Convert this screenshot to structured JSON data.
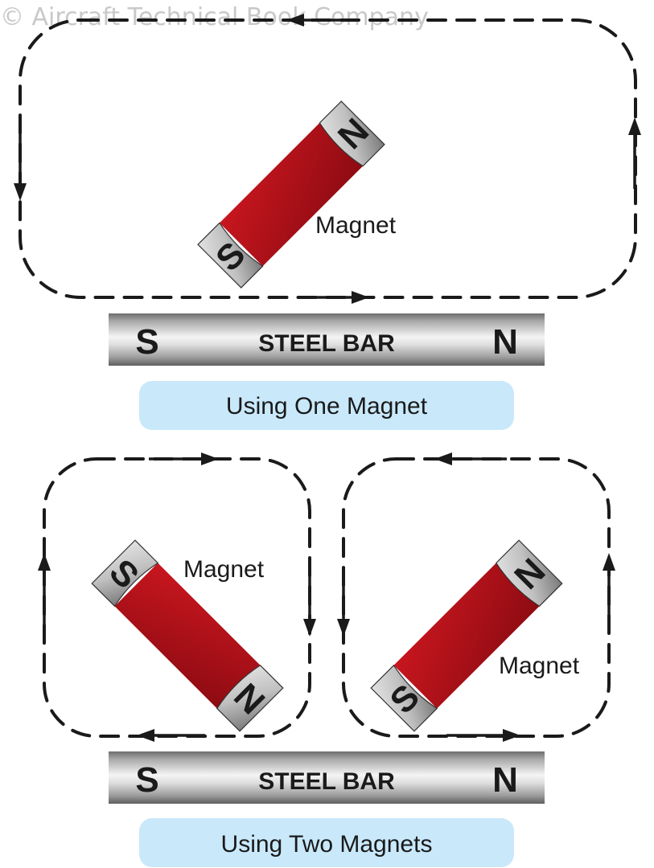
{
  "watermark": "© Aircraft Technical Book Company",
  "colors": {
    "magnet_red": "#b3121b",
    "pole_gray": "#b9b9b9",
    "steel": "#d8d8d8",
    "caption_bg": "#c9e9fb",
    "line": "#1a1a1a"
  },
  "one_magnet": {
    "magnet": {
      "label": "Magnet",
      "north": "N",
      "south": "S"
    },
    "steel_bar": {
      "label": "STEEL BAR",
      "left_pole": "S",
      "right_pole": "N"
    },
    "caption": "Using One Magnet"
  },
  "two_magnets": {
    "left_magnet": {
      "label": "Magnet",
      "north": "N",
      "south": "S"
    },
    "right_magnet": {
      "label": "Magnet",
      "north": "N",
      "south": "S"
    },
    "steel_bar": {
      "label": "STEEL BAR",
      "left_pole": "S",
      "right_pole": "N"
    },
    "caption": "Using Two Magnets"
  }
}
